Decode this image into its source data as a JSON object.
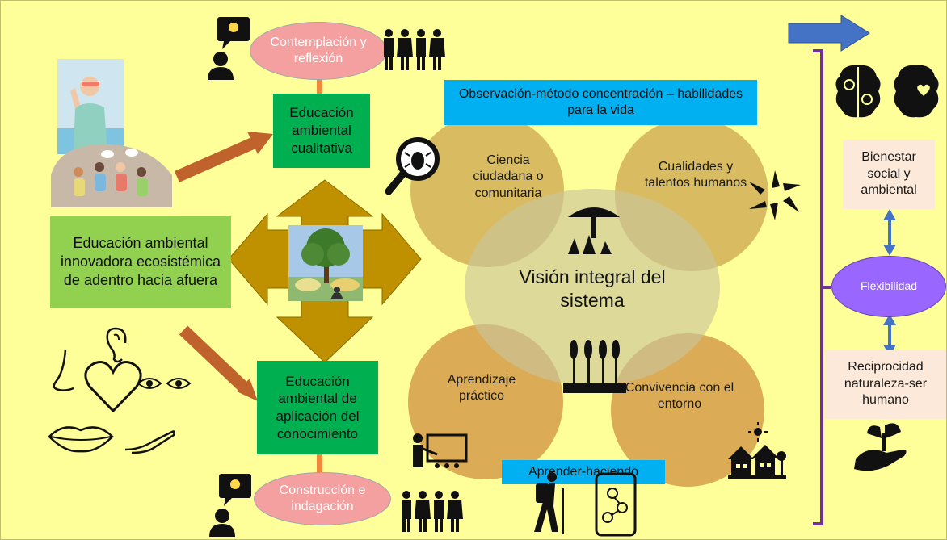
{
  "colors": {
    "background": "#ffff99",
    "green_dark": "#00b050",
    "green_light": "#92d050",
    "pink": "#f4a0a0",
    "cyan": "#00b0f0",
    "circle_gold": "#d4aa5a",
    "circle_orange": "#d79646",
    "circle_pale": "#d8d8a8",
    "brown_arrow": "#c0622c",
    "gold_arrow": "#bf9000",
    "purple": "#7030a0",
    "violet_oval": "#9966ff",
    "blue_arrow": "#4472c4",
    "peach": "#fde9d9"
  },
  "left": {
    "main": "Educación ambiental innovadora ecosistémica de adentro hacia afuera"
  },
  "upper": {
    "oval": "Contemplación y reflexión",
    "box": "Educación ambiental cualitativa"
  },
  "lower": {
    "oval": "Construcción e indagación",
    "box": "Educación ambiental de aplicación del conocimiento"
  },
  "center": {
    "header": "Observación-método concentración – habilidades para la vida",
    "core": "Visión integral del sistema",
    "circles": {
      "top_left": "Ciencia ciudadana o comunitaria",
      "top_right": "Cualidades y talentos humanos",
      "bottom_left": "Aprendizaje práctico",
      "bottom_right": "Convivencia con el entorno"
    },
    "footer": "Aprender-haciendo"
  },
  "right": {
    "top": "Bienestar social y ambiental",
    "middle": "Flexibilidad",
    "bottom": "Reciprocidad naturaleza-ser humano"
  },
  "icons": [
    "speaker-idea-icon",
    "people-group-icon",
    "brain-gears-icon",
    "brain-heart-icon",
    "magnifier-bug-icon",
    "hands-circle-icon",
    "savanna-tree-icon",
    "wheat-field-icon",
    "teacher-board-icon",
    "hiker-icon",
    "phone-network-icon",
    "houses-icon",
    "sun-icon",
    "plant-hand-icon",
    "ear-icon",
    "nose-icon",
    "heart-icon",
    "eyes-icon",
    "lips-icon",
    "hand-icon",
    "meditation-tree-image",
    "person-photo",
    "group-circle-illustration"
  ]
}
